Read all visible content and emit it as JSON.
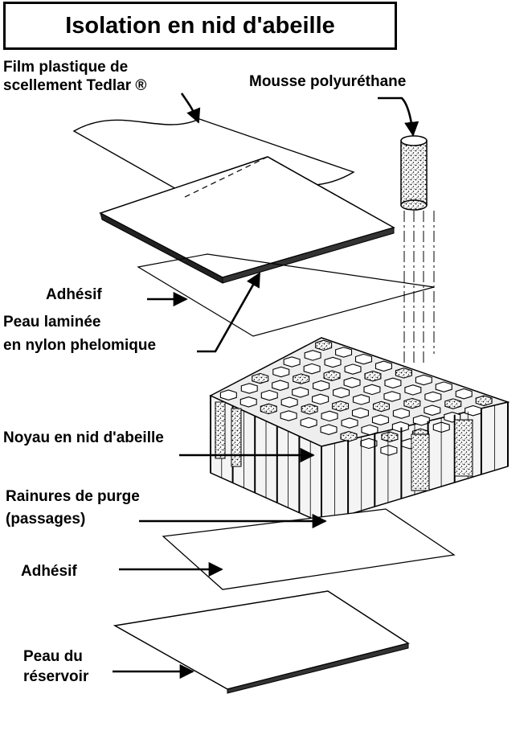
{
  "title": "Isolation en nid d'abeille",
  "labels": {
    "film_line1": "Film plastique de",
    "film_line2": "scellement Tedlar ®",
    "mousse": "Mousse polyuréthane",
    "adhesif_top": "Adhésif",
    "peau_laminee_line1": "Peau laminée",
    "peau_laminee_line2": "en nylon phelomique",
    "noyau": "Noyau en nid d'abeille",
    "rainures_line1": "Rainures de purge",
    "rainures_line2": "(passages)",
    "adhesif_bottom": "Adhésif",
    "peau_reservoir_line1": "Peau du",
    "peau_reservoir_line2": "réservoir"
  },
  "colors": {
    "ink": "#000000",
    "background": "#ffffff",
    "foam": "#9a9a9a",
    "cell_wall": "#e8e8e8"
  }
}
